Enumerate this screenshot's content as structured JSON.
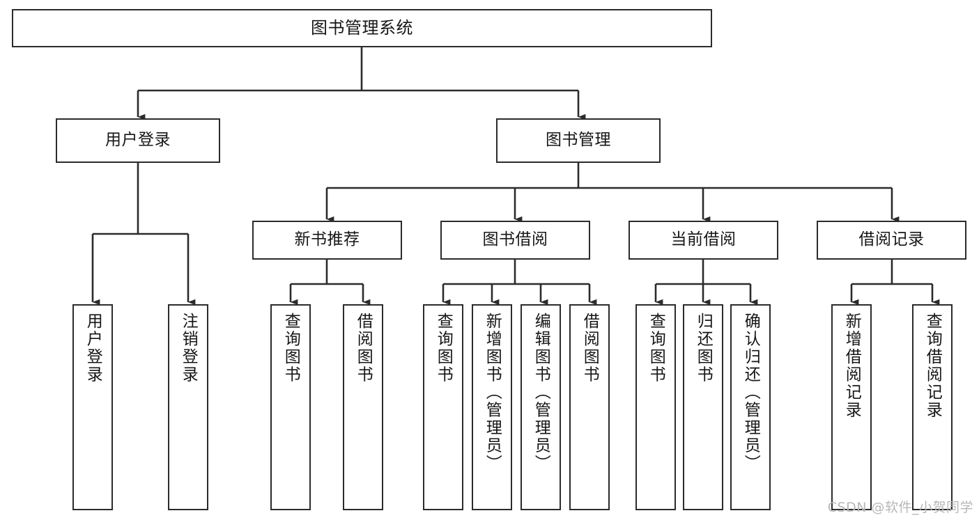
{
  "diagram": {
    "title": "图书管理系统",
    "watermark": "CSDN @软件_小贺同学",
    "colors": {
      "box_border": "#2b2b2b",
      "box_fill": "#ffffff",
      "edge": "#2b2b2b",
      "text": "#161616",
      "watermark": "#b7b7b7",
      "background": "#ffffff"
    },
    "nodes": {
      "root": {
        "label": "图书管理系统"
      },
      "level2": [
        {
          "label": "用户登录"
        },
        {
          "label": "图书管理"
        }
      ],
      "level3": [
        {
          "label": "新书推荐"
        },
        {
          "label": "图书借阅"
        },
        {
          "label": "当前借阅"
        },
        {
          "label": "借阅记录"
        }
      ],
      "leaves": {
        "user_login": [
          {
            "label": "用户登录"
          },
          {
            "label": "注销登录"
          }
        ],
        "new_book": [
          {
            "label": "查询图书"
          },
          {
            "label": "借阅图书"
          }
        ],
        "book_borrow": [
          {
            "label": "查询图书"
          },
          {
            "label": "新增图书（管理员）"
          },
          {
            "label": "编辑图书（管理员）"
          },
          {
            "label": "借阅图书"
          }
        ],
        "current_borrow": [
          {
            "label": "查询图书"
          },
          {
            "label": "归还图书"
          },
          {
            "label": "确认归还（管理员）"
          }
        ],
        "borrow_record": [
          {
            "label": "新增借阅记录"
          },
          {
            "label": "查询借阅记录"
          }
        ]
      }
    }
  }
}
